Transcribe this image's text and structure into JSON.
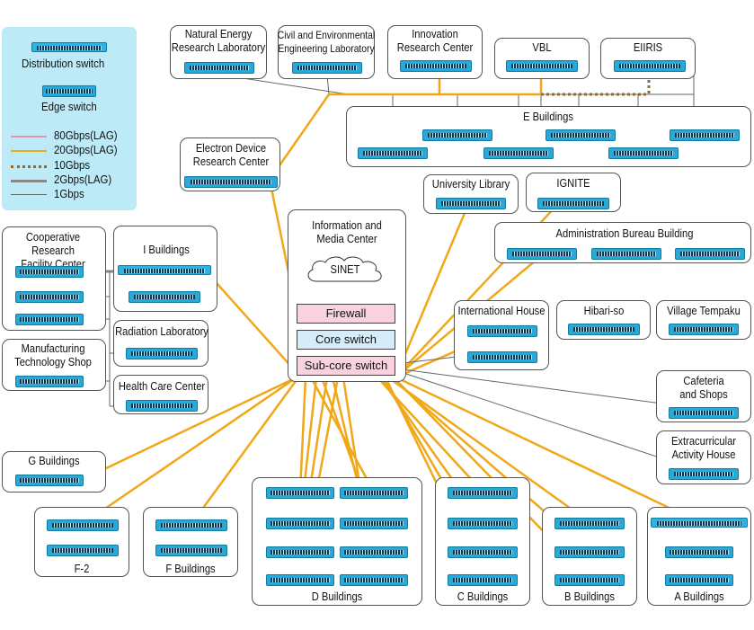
{
  "legend": {
    "distribution_label": "Distribution switch",
    "edge_label": "Edge switch",
    "lines": [
      {
        "label": "80Gbps(LAG)",
        "color": "#e890b8",
        "style": "solid",
        "width": 2.5
      },
      {
        "label": "20Gbps(LAG)",
        "color": "#f0a818",
        "style": "solid",
        "width": 2.5
      },
      {
        "label": "10Gbps",
        "color": "#8a6a38",
        "style": "dotted",
        "width": 3
      },
      {
        "label": "2Gbps(LAG)",
        "color": "#888888",
        "style": "solid",
        "width": 3
      },
      {
        "label": "1Gbps",
        "color": "#666666",
        "style": "solid",
        "width": 1
      }
    ]
  },
  "center": {
    "title": "Information and\nMedia Center",
    "sinet": "SINET",
    "firewall": "Firewall",
    "core": "Core switch",
    "subcore": "Sub-core switch"
  },
  "sites": {
    "natural_energy": "Natural Energy\nResearch Laboratory",
    "civil_env": "Civil and Environmental\nEngineering Laboratory",
    "innovation": "Innovation\nResearch Center",
    "vbl": "VBL",
    "eiiris": "EIIRIS",
    "e_buildings": "E Buildings",
    "electron_device": "Electron Device\nResearch Center",
    "university_library": "University Library",
    "ignite": "IGNITE",
    "admin_bureau": "Administration Bureau Building",
    "coop_research": "Cooperative Research\nFacility Center",
    "i_buildings": "I Buildings",
    "radiation_lab": "Radiation Laboratory",
    "manufacturing": "Manufacturing\nTechnology Shop",
    "health_care": "Health Care Center",
    "international_house": "International House",
    "hibari_so": "Hibari-so",
    "village_tempaku": "Village Tempaku",
    "cafeteria": "Cafeteria\nand Shops",
    "extracurricular": "Extracurricular\nActivity House",
    "g_buildings": "G Buildings",
    "f2": "F-2",
    "f_buildings": "F Buildings",
    "d_buildings": "D Buildings",
    "c_buildings": "C Buildings",
    "b_buildings": "B Buildings",
    "a_buildings": "A Buildings"
  },
  "colors": {
    "link_20g": "#f0a818",
    "link_80g": "#e890b8",
    "link_1g": "#666666",
    "link_2g": "#888888",
    "link_10g": "#8a6a38",
    "legend_bg": "#bcebf7",
    "firewall_fill": "#f8d3df",
    "core_fill": "#d6edf9",
    "subcore_fill": "#f8d3df",
    "switch_fill": "#29a8da"
  }
}
